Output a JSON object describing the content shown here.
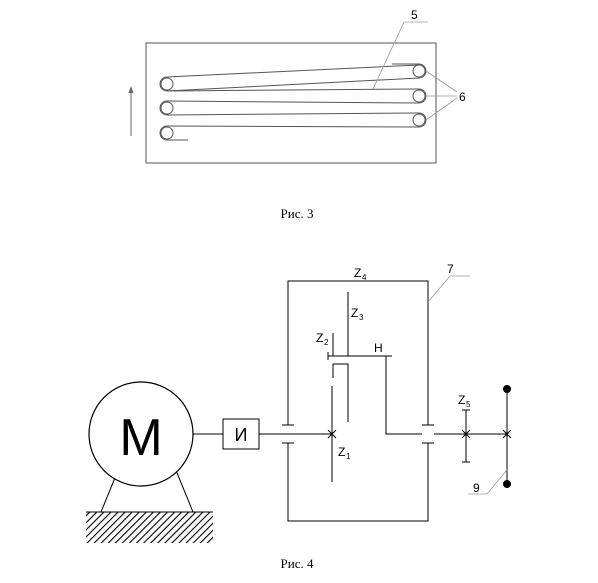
{
  "figure3": {
    "caption": "Рис. 3",
    "callout_belt": "5",
    "callout_rollers": "6"
  },
  "figure4": {
    "caption": "Рис. 4",
    "motor_label": "M",
    "coupling_symbol": "И",
    "z4": {
      "letter": "Z",
      "index": "4"
    },
    "z3": {
      "letter": "Z",
      "index": "3"
    },
    "z2": {
      "letter": "Z",
      "index": "2"
    },
    "z1": {
      "letter": "Z",
      "index": "1"
    },
    "z5": {
      "letter": "Z",
      "index": "5"
    },
    "carrier_label": "H",
    "callout_housing": "7",
    "callout_output": "9"
  }
}
